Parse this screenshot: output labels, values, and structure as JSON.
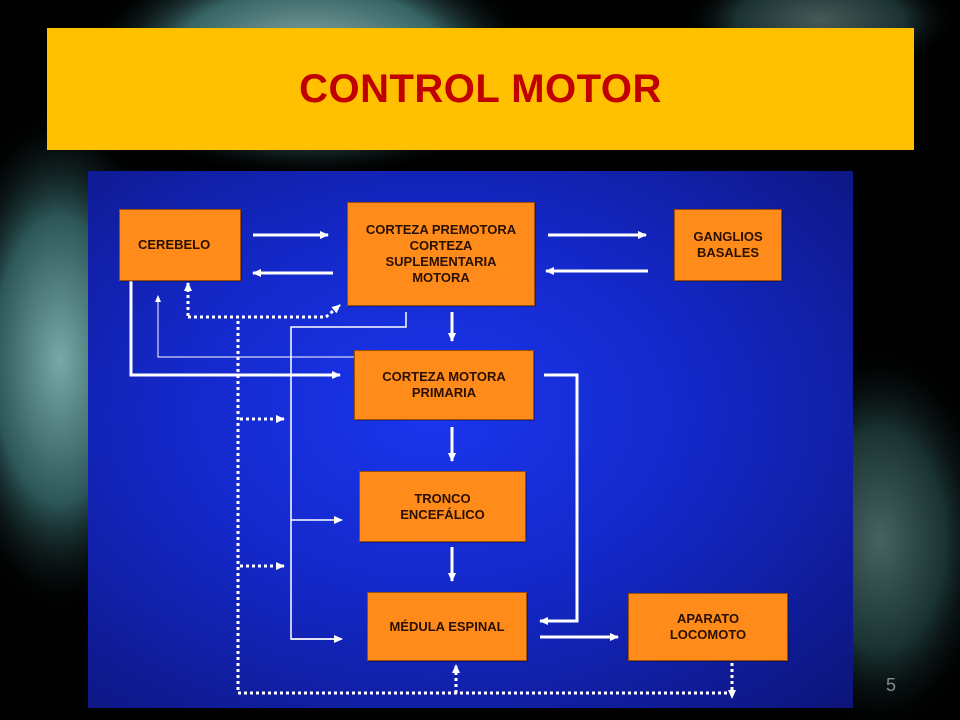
{
  "slide": {
    "title": "CONTROL MOTOR",
    "page_number": "5"
  },
  "diagram": {
    "nodes": {
      "cerebelo": "CEREBELO",
      "corteza_premotora": "CORTEZA PREMOTORA\nCORTEZA\nSUPLEMENTARIA\nMOTORA",
      "ganglios_basales": "GANGLIOS\nBASALES",
      "corteza_motora_primaria": "CORTEZA MOTORA\nPRIMARIA",
      "tronco_encefalico": "TRONCO\nENCEFÁLICO",
      "medula_espinal": "MÉDULA ESPINAL",
      "aparato_locomoto": "APARATO\nLOCOMOTO"
    }
  },
  "colors": {
    "title_bar": "#ffc000",
    "title_text": "#c00000",
    "diagram_bg": "#1428c8",
    "node_fill": "#ff8c1a",
    "arrow": "#ffffff"
  }
}
